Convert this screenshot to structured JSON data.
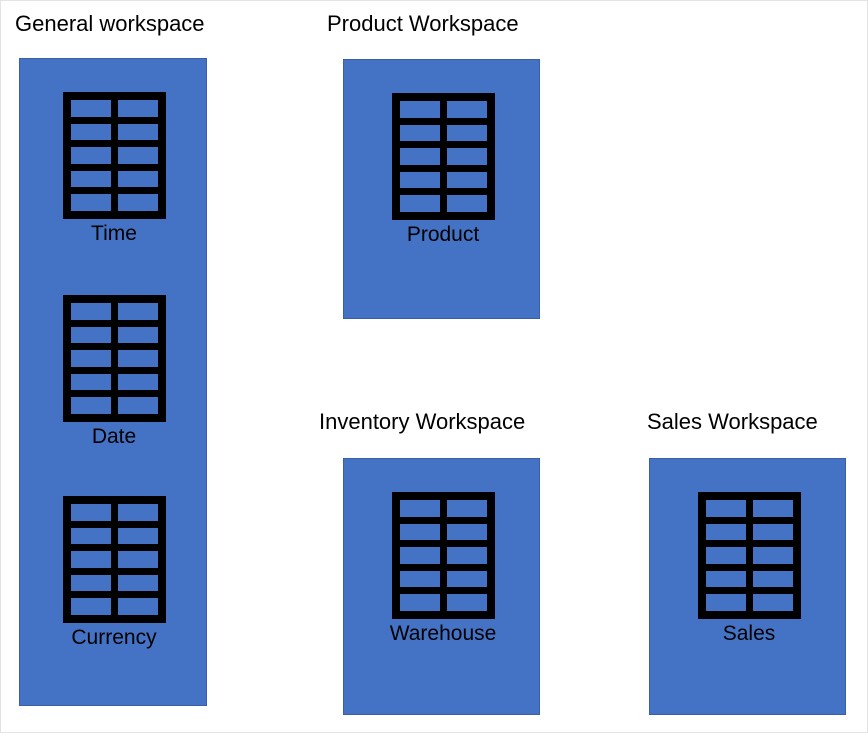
{
  "diagram": {
    "type": "workspace-entity-diagram",
    "background_color": "#FFFFFF",
    "workspace_color": "#4472C4",
    "icon_color": "#000000",
    "icon_semantic": "table-icon",
    "icon_grid": {
      "columns": 2,
      "rows": 5
    },
    "workspaces": [
      {
        "id": "general",
        "title": "General workspace",
        "tables": [
          {
            "id": "time",
            "label": "Time"
          },
          {
            "id": "date",
            "label": "Date"
          },
          {
            "id": "currency",
            "label": "Currency"
          }
        ]
      },
      {
        "id": "product",
        "title": "Product Workspace",
        "tables": [
          {
            "id": "product",
            "label": "Product"
          }
        ]
      },
      {
        "id": "inventory",
        "title": "Inventory Workspace",
        "tables": [
          {
            "id": "warehouse",
            "label": "Warehouse"
          }
        ]
      },
      {
        "id": "sales",
        "title": "Sales Workspace",
        "tables": [
          {
            "id": "sales",
            "label": "Sales"
          }
        ]
      }
    ]
  }
}
